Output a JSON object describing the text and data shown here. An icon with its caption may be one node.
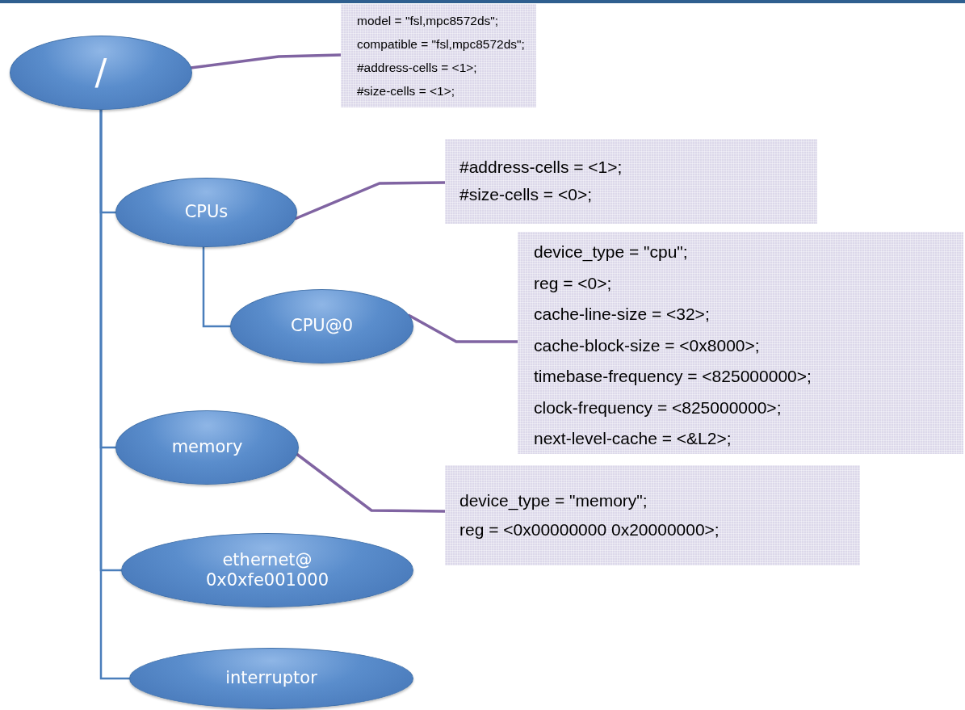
{
  "diagram": {
    "nodes": [
      {
        "text": [
          "/"
        ]
      },
      {
        "text": [
          "model = \"fsl,mpc8572ds\";",
          "compatible = \"fsl,mpc8572ds\";",
          "#address-cells = <1>;",
          "#size-cells = <1>;"
        ]
      },
      {
        "text": [
          "CPUs"
        ]
      },
      {
        "text": [
          "#address-cells = <1>;",
          "#size-cells = <0>;"
        ]
      },
      {
        "text": [
          "CPU@0"
        ]
      },
      {
        "text": [
          "device_type = \"cpu\";",
          "reg = <0>;",
          "cache-line-size = <32>;",
          "cache-block-size = <0x8000>;",
          "timebase-frequency = <825000000>;",
          "clock-frequency = <825000000>;",
          "next-level-cache = <&L2>;"
        ]
      },
      {
        "text": [
          "memory"
        ]
      },
      {
        "text": [
          "device_type = \"memory\";",
          "reg = <0x00000000 0x20000000>;"
        ]
      },
      {
        "text": [
          "ethernet@ 0x0xfe001000"
        ]
      },
      {
        "text": [
          "interruptor"
        ]
      }
    ],
    "edges": [
      {
        "from": 0,
        "to": 1,
        "arrow": "none",
        "color": "#8064a2"
      },
      {
        "from": 0,
        "to": 2,
        "arrow": "none"
      },
      {
        "from": 2,
        "to": 3,
        "arrow": "none",
        "color": "#8064a2"
      },
      {
        "from": 2,
        "to": 4,
        "arrow": "none"
      },
      {
        "from": 4,
        "to": 5,
        "arrow": "none",
        "color": "#8064a2"
      },
      {
        "from": 0,
        "to": 6,
        "arrow": "none"
      },
      {
        "from": 6,
        "to": 7,
        "arrow": "none",
        "color": "#8064a2"
      },
      {
        "from": 0,
        "to": 8,
        "arrow": "none"
      },
      {
        "from": 0,
        "to": 9,
        "arrow": "none"
      }
    ]
  }
}
